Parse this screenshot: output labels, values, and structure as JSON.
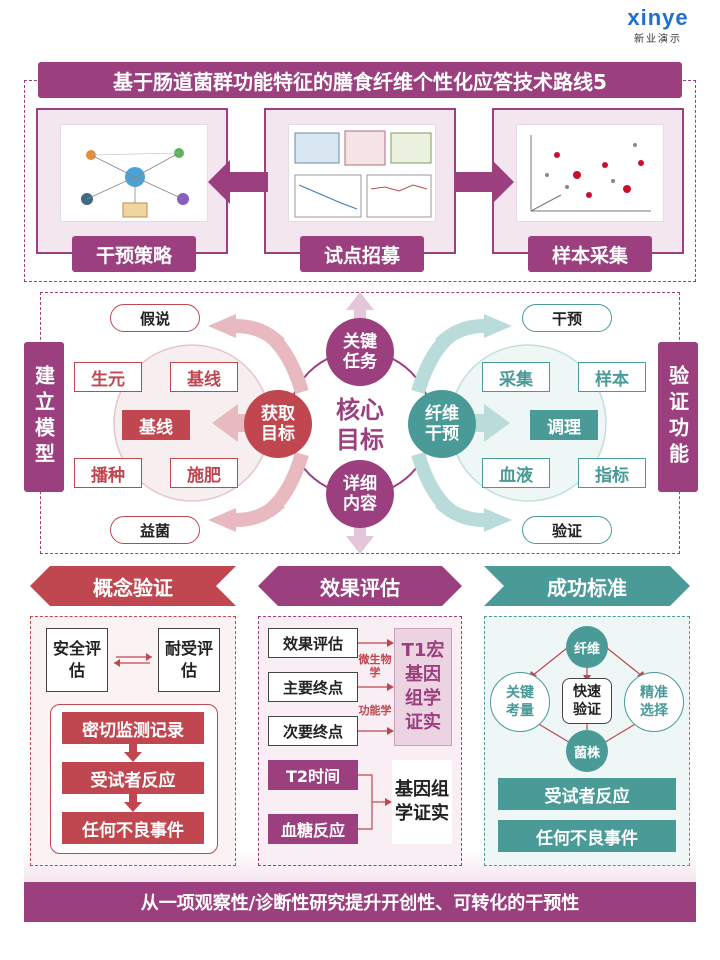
{
  "logo": {
    "brand": "xinye",
    "subtitle": "新业演示"
  },
  "title": "基于肠道菌群功能特征的膳食纤维个性化应答技术路线5",
  "top_panels": [
    {
      "label": "干预策略"
    },
    {
      "label": "试点招募"
    },
    {
      "label": "样本采集"
    }
  ],
  "middle": {
    "left_side_label": "建立模型",
    "right_side_label": "验证功能",
    "core": "核心目标",
    "key_task": "关键任务",
    "detail": "详细内容",
    "left_circle": "获取目标",
    "right_circle": "纤维干预",
    "left_top_pill": "假说",
    "left_bottom_pill": "益菌",
    "right_top_pill": "干预",
    "right_bottom_pill": "验证",
    "left_chips": [
      "生元",
      "基线",
      "播种",
      "施肥"
    ],
    "left_center_chip": "基线",
    "right_chips": [
      "采集",
      "样本",
      "血液",
      "指标"
    ],
    "right_center_chip": "调理"
  },
  "sections": {
    "concept": "概念验证",
    "effect": "效果评估",
    "success": "成功标准"
  },
  "concept": {
    "safety": "安全评估",
    "tolerance": "耐受评估",
    "steps": [
      "密切监测记录",
      "受试者反应",
      "任何不良事件"
    ]
  },
  "effect": {
    "items": [
      "效果评估",
      "主要终点",
      "次要终点"
    ],
    "annot1": "微生物学",
    "annot2": "功能学",
    "t1": "T1宏基因组学证实",
    "t2": "T2时间",
    "glucose": "血糖反应",
    "genomics": "基因组学证实"
  },
  "success": {
    "top": "纤维",
    "bottom": "菌株",
    "left": "关键考量",
    "right": "精准选择",
    "center": "快速验证",
    "btn1": "受试者反应",
    "btn2": "任何不良事件"
  },
  "footer": "从一项观察性/诊断性研究提升开创性、可转化的干预性",
  "colors": {
    "purple": "#9b3f7f",
    "red": "#c0474f",
    "teal": "#4a9a98"
  }
}
